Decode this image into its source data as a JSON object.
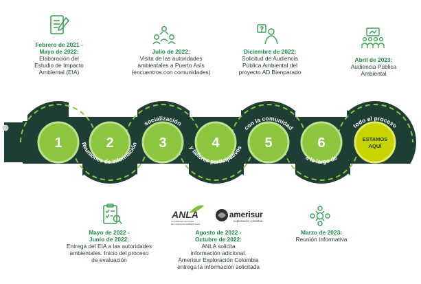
{
  "milestones": [
    {
      "date_line1": "Febrero de 2021 -",
      "date_line2": "Mayo de 2022:",
      "text_lines": [
        "Elaboración del",
        "Estudio de Impacto",
        "Ambiental (EIA)"
      ]
    },
    {
      "date_line1": "Julio de 2022:",
      "text_lines": [
        "Visita de las autoridades",
        "ambientales a Puerto Asís",
        "(encuentros con comunidades)"
      ]
    },
    {
      "date_line1": "Diciembre de 2022:",
      "text_lines": [
        "Solicitud de Audiencia",
        "Pública Ambiental del",
        "proyecto AD Bienparado"
      ]
    },
    {
      "date_line1": "Abril de 2023:",
      "text_lines": [
        "Audiencia Pública",
        "Ambiental"
      ]
    },
    {
      "date_line1": "Mayo de 2022 -",
      "date_line2": "Junio de 2022:",
      "text_lines": [
        "Entrega del EIA a las autoridades",
        "ambientales. Inicio del proceso",
        "de evaluación"
      ]
    },
    {
      "date_line1": "Agosto de 2022 -",
      "date_line2": "Octubre de 2022:",
      "text_lines": [
        "ANLA solicita",
        "información adicional.",
        "Amerisur Exploración Colombia",
        "entrega la información solicitada"
      ]
    },
    {
      "date_line1": "Marzo de 2023:",
      "text_lines": [
        "Reunión Informativa"
      ]
    }
  ],
  "steps": [
    "1",
    "2",
    "3",
    "4",
    "5",
    "6"
  ],
  "final_badge": [
    "ESTAMOS",
    "AQUÍ"
  ],
  "band_texts": {
    "t1": "Reuniones de información",
    "t2": "socialización",
    "t3": "y talleres participativos",
    "t4": "con la comunidad",
    "t5": "a lo largo de",
    "t6": "todo el proceso"
  },
  "logos": {
    "anla_name": "ANLA",
    "anla_sub1": "AUTORIDAD NACIONAL",
    "anla_sub2": "DE LICENCIAS AMBIENTALES",
    "amerisur_name": "amerisur",
    "amerisur_sub": "exploración colombia"
  },
  "colors": {
    "dark": "#1e3d35",
    "green": "#8cc63f",
    "date": "#1f8a47",
    "badge": "#c8d400"
  }
}
